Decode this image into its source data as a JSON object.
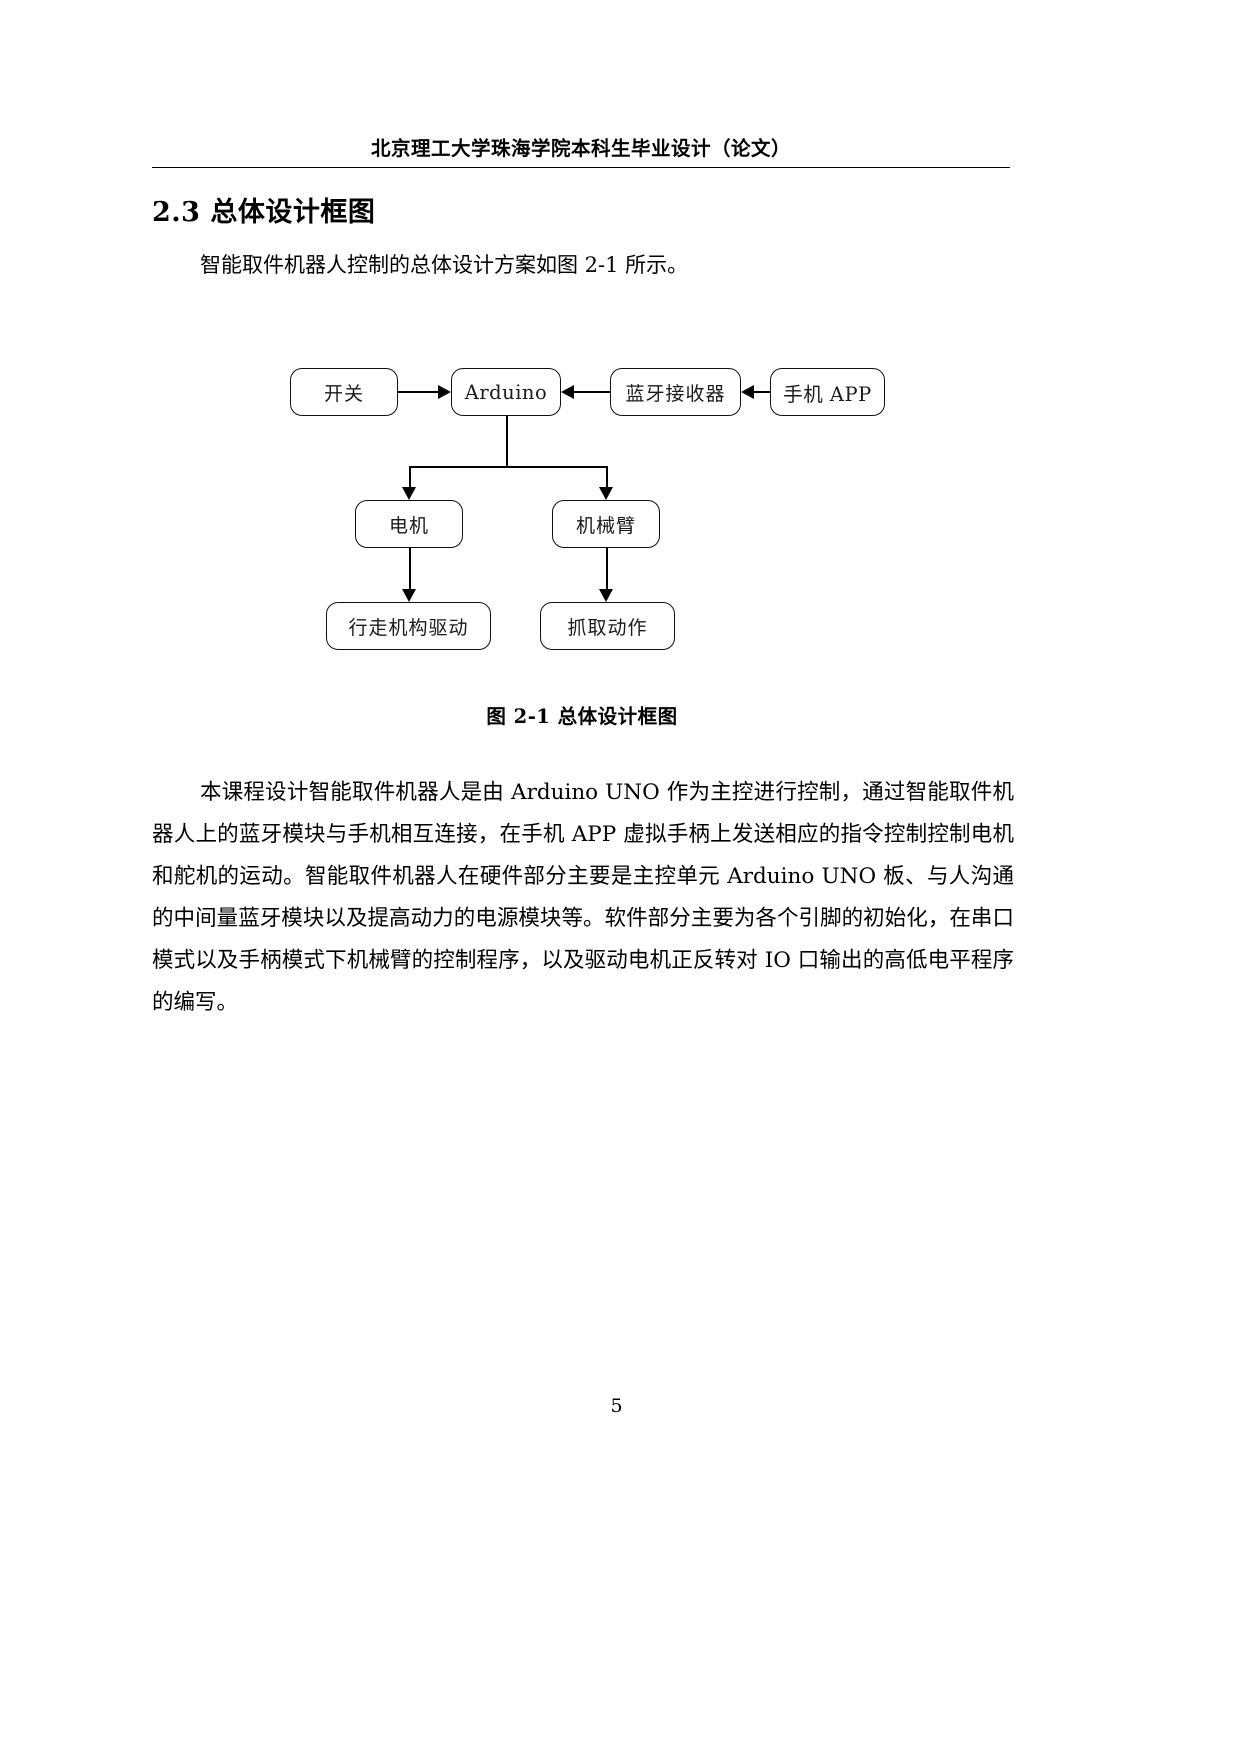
{
  "header": {
    "running_title": "北京理工大学珠海学院本科生毕业设计（论文）"
  },
  "section": {
    "number": "2.3",
    "title": "总体设计框图",
    "heading_full": "2.3 总体设计框图"
  },
  "intro": {
    "paragraph": "智能取件机器人控制的总体设计方案如图 2-1 所示。"
  },
  "figure": {
    "caption": "图 2-1 总体设计框图",
    "nodes": {
      "switch": "开关",
      "arduino": "Arduino",
      "bluetooth_receiver": "蓝牙接收器",
      "phone_app": "手机 APP",
      "motor": "电机",
      "robotic_arm": "机械臂",
      "walking_drive": "行走机构驱动",
      "grab_action": "抓取动作"
    }
  },
  "body": {
    "paragraph": "本课程设计智能取件机器人是由 Arduino UNO 作为主控进行控制，通过智能取件机器人上的蓝牙模块与手机相互连接，在手机 APP 虚拟手柄上发送相应的指令控制控制电机和舵机的运动。智能取件机器人在硬件部分主要是主控单元 Arduino UNO 板、与人沟通的中间量蓝牙模块以及提高动力的电源模块等。软件部分主要为各个引脚的初始化，在串口模式以及手柄模式下机械臂的控制程序，以及驱动电机正反转对 IO 口输出的高低电平程序的编写。"
  },
  "footer": {
    "page_number": "5"
  }
}
